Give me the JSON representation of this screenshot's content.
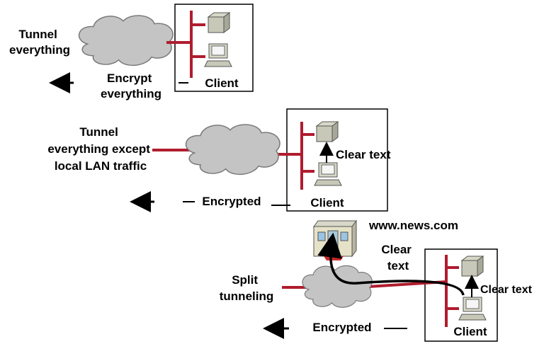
{
  "scenario_1": {
    "title_lines": [
      "Tunnel",
      "everything"
    ],
    "encrypt_lines": [
      "Encrypt",
      "everything"
    ],
    "client_label": "Client"
  },
  "scenario_2": {
    "title_lines": [
      "Tunnel",
      "everything except",
      "local LAN traffic"
    ],
    "clear_text_label": "Clear text",
    "encrypted_label": "Encrypted",
    "client_label": "Client"
  },
  "scenario_3": {
    "site_label": "www.news.com",
    "clear_lines": [
      "Clear",
      "text"
    ],
    "title_lines": [
      "Split",
      "tunneling"
    ],
    "clear_text_label": "Clear text",
    "encrypted_label": "Encrypted",
    "client_label": "Client"
  },
  "colors": {
    "network_line": "#b01c2e",
    "cloud_fill": "#c4c4c4",
    "cloud_stroke": "#7a7a7a",
    "text": "#000000"
  },
  "icons": [
    "cloud-icon",
    "server-icon",
    "computer-icon",
    "web-building-icon",
    "arrow-left-icon"
  ]
}
